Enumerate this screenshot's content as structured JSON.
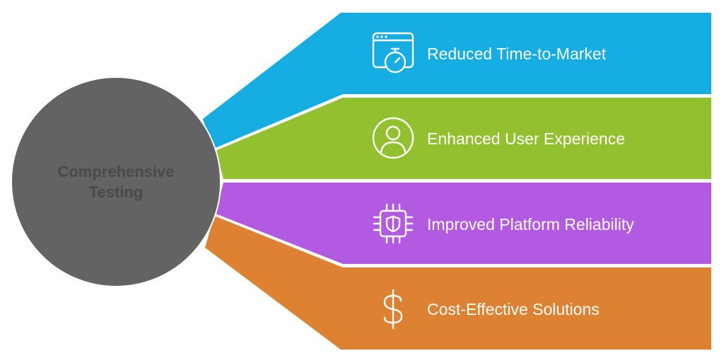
{
  "center": {
    "label_line1": "Comprehensive",
    "label_line2": "Testing",
    "color": "#636363",
    "text_color": "#4a4a4a"
  },
  "items": [
    {
      "label": "Reduced Time-to-Market",
      "icon": "stopwatch-browser-icon",
      "color": "#16ADE3"
    },
    {
      "label": "Enhanced User Experience",
      "icon": "user-icon",
      "color": "#92C02E"
    },
    {
      "label": "Improved Platform Reliability",
      "icon": "shield-chip-icon",
      "color": "#B25BE2"
    },
    {
      "label": "Cost-Effective Solutions",
      "icon": "dollar-icon",
      "color": "#DD8232"
    }
  ]
}
